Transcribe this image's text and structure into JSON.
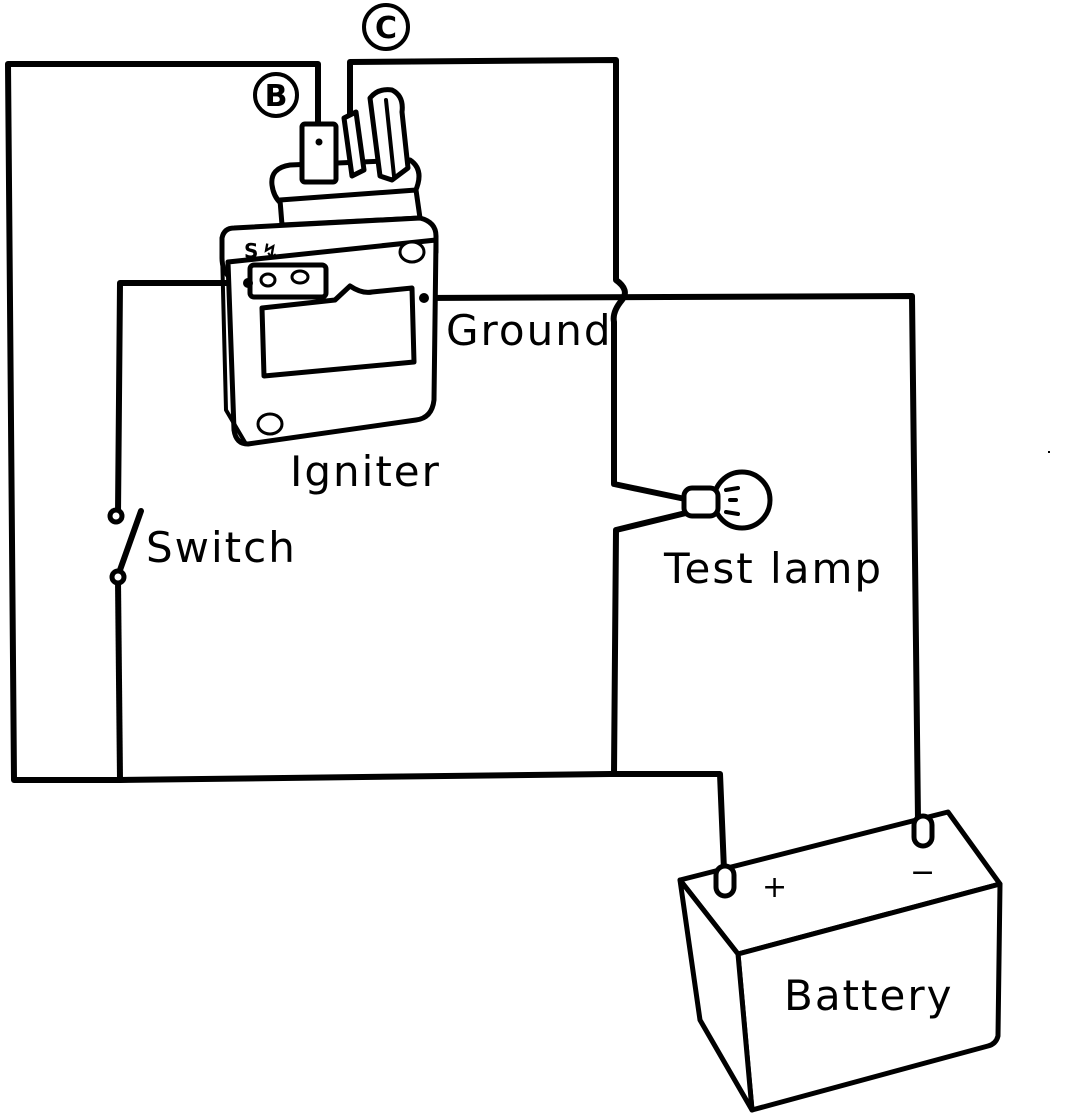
{
  "diagram": {
    "type": "wiring-test-circuit",
    "colors": {
      "line": "#000000",
      "background": "#ffffff"
    },
    "labels": {
      "terminal_b": "B",
      "terminal_c": "C",
      "igniter_mark": "S",
      "ground": "Ground",
      "igniter": "Igniter",
      "switch": "Switch",
      "test_lamp": "Test lamp",
      "battery": "Battery",
      "battery_positive": "+",
      "battery_negative": "−"
    },
    "components": [
      "Igniter",
      "Switch",
      "Test lamp",
      "Battery"
    ],
    "connections": [
      {
        "from": "Battery +",
        "to": "Switch"
      },
      {
        "from": "Switch",
        "to": "Igniter S terminal"
      },
      {
        "from": "Battery +",
        "to": "Igniter B terminal"
      },
      {
        "from": "Igniter C terminal",
        "to": "Test lamp"
      },
      {
        "from": "Test lamp",
        "to": "Battery +"
      },
      {
        "from": "Igniter Ground",
        "to": "Battery −"
      }
    ]
  }
}
